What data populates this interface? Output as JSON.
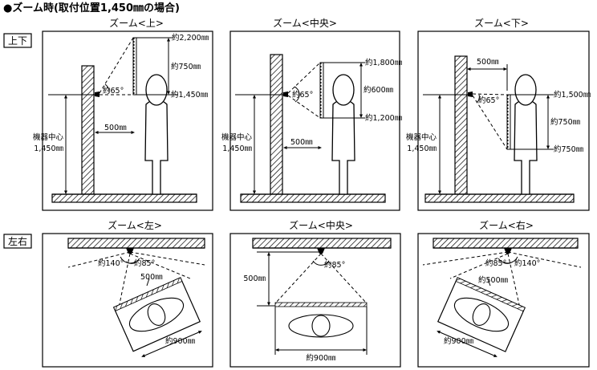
{
  "title": "●ズーム時(取付位置1,450㎜の場合)",
  "row_labels": {
    "vertical": "上下",
    "horizontal": "左右"
  },
  "vertical": {
    "up": {
      "title": "ズーム<上>",
      "top": "約2,200㎜",
      "span": "約750㎜",
      "bottom": "約1,450㎜",
      "angle": "約65°",
      "dist": "500㎜",
      "height1": "機器中心",
      "height2": "1,450㎜"
    },
    "center": {
      "title": "ズーム<中央>",
      "top": "約1,800㎜",
      "span": "約600㎜",
      "bottom": "約1,200㎜",
      "angle": "約65°",
      "dist": "500㎜",
      "height1": "機器中心",
      "height2": "1,450㎜"
    },
    "down": {
      "title": "ズーム<下>",
      "top": "約1,500㎜",
      "span": "約750㎜",
      "bottom": "約750㎜",
      "angle": "約65°",
      "dist": "500㎜",
      "height1": "機器中心",
      "height2": "1,450㎜"
    }
  },
  "horizontal": {
    "left": {
      "title": "ズーム<左>",
      "angle_wide": "約140°",
      "angle": "約85°",
      "dist": "500㎜",
      "width": "約900㎜"
    },
    "center": {
      "title": "ズーム<中央>",
      "angle": "約85°",
      "dist": "500㎜",
      "width": "約900㎜"
    },
    "right": {
      "title": "ズーム<右>",
      "angle": "約85°",
      "angle_wide": "約140°",
      "dist": "約500㎜",
      "width": "約900㎜"
    }
  }
}
